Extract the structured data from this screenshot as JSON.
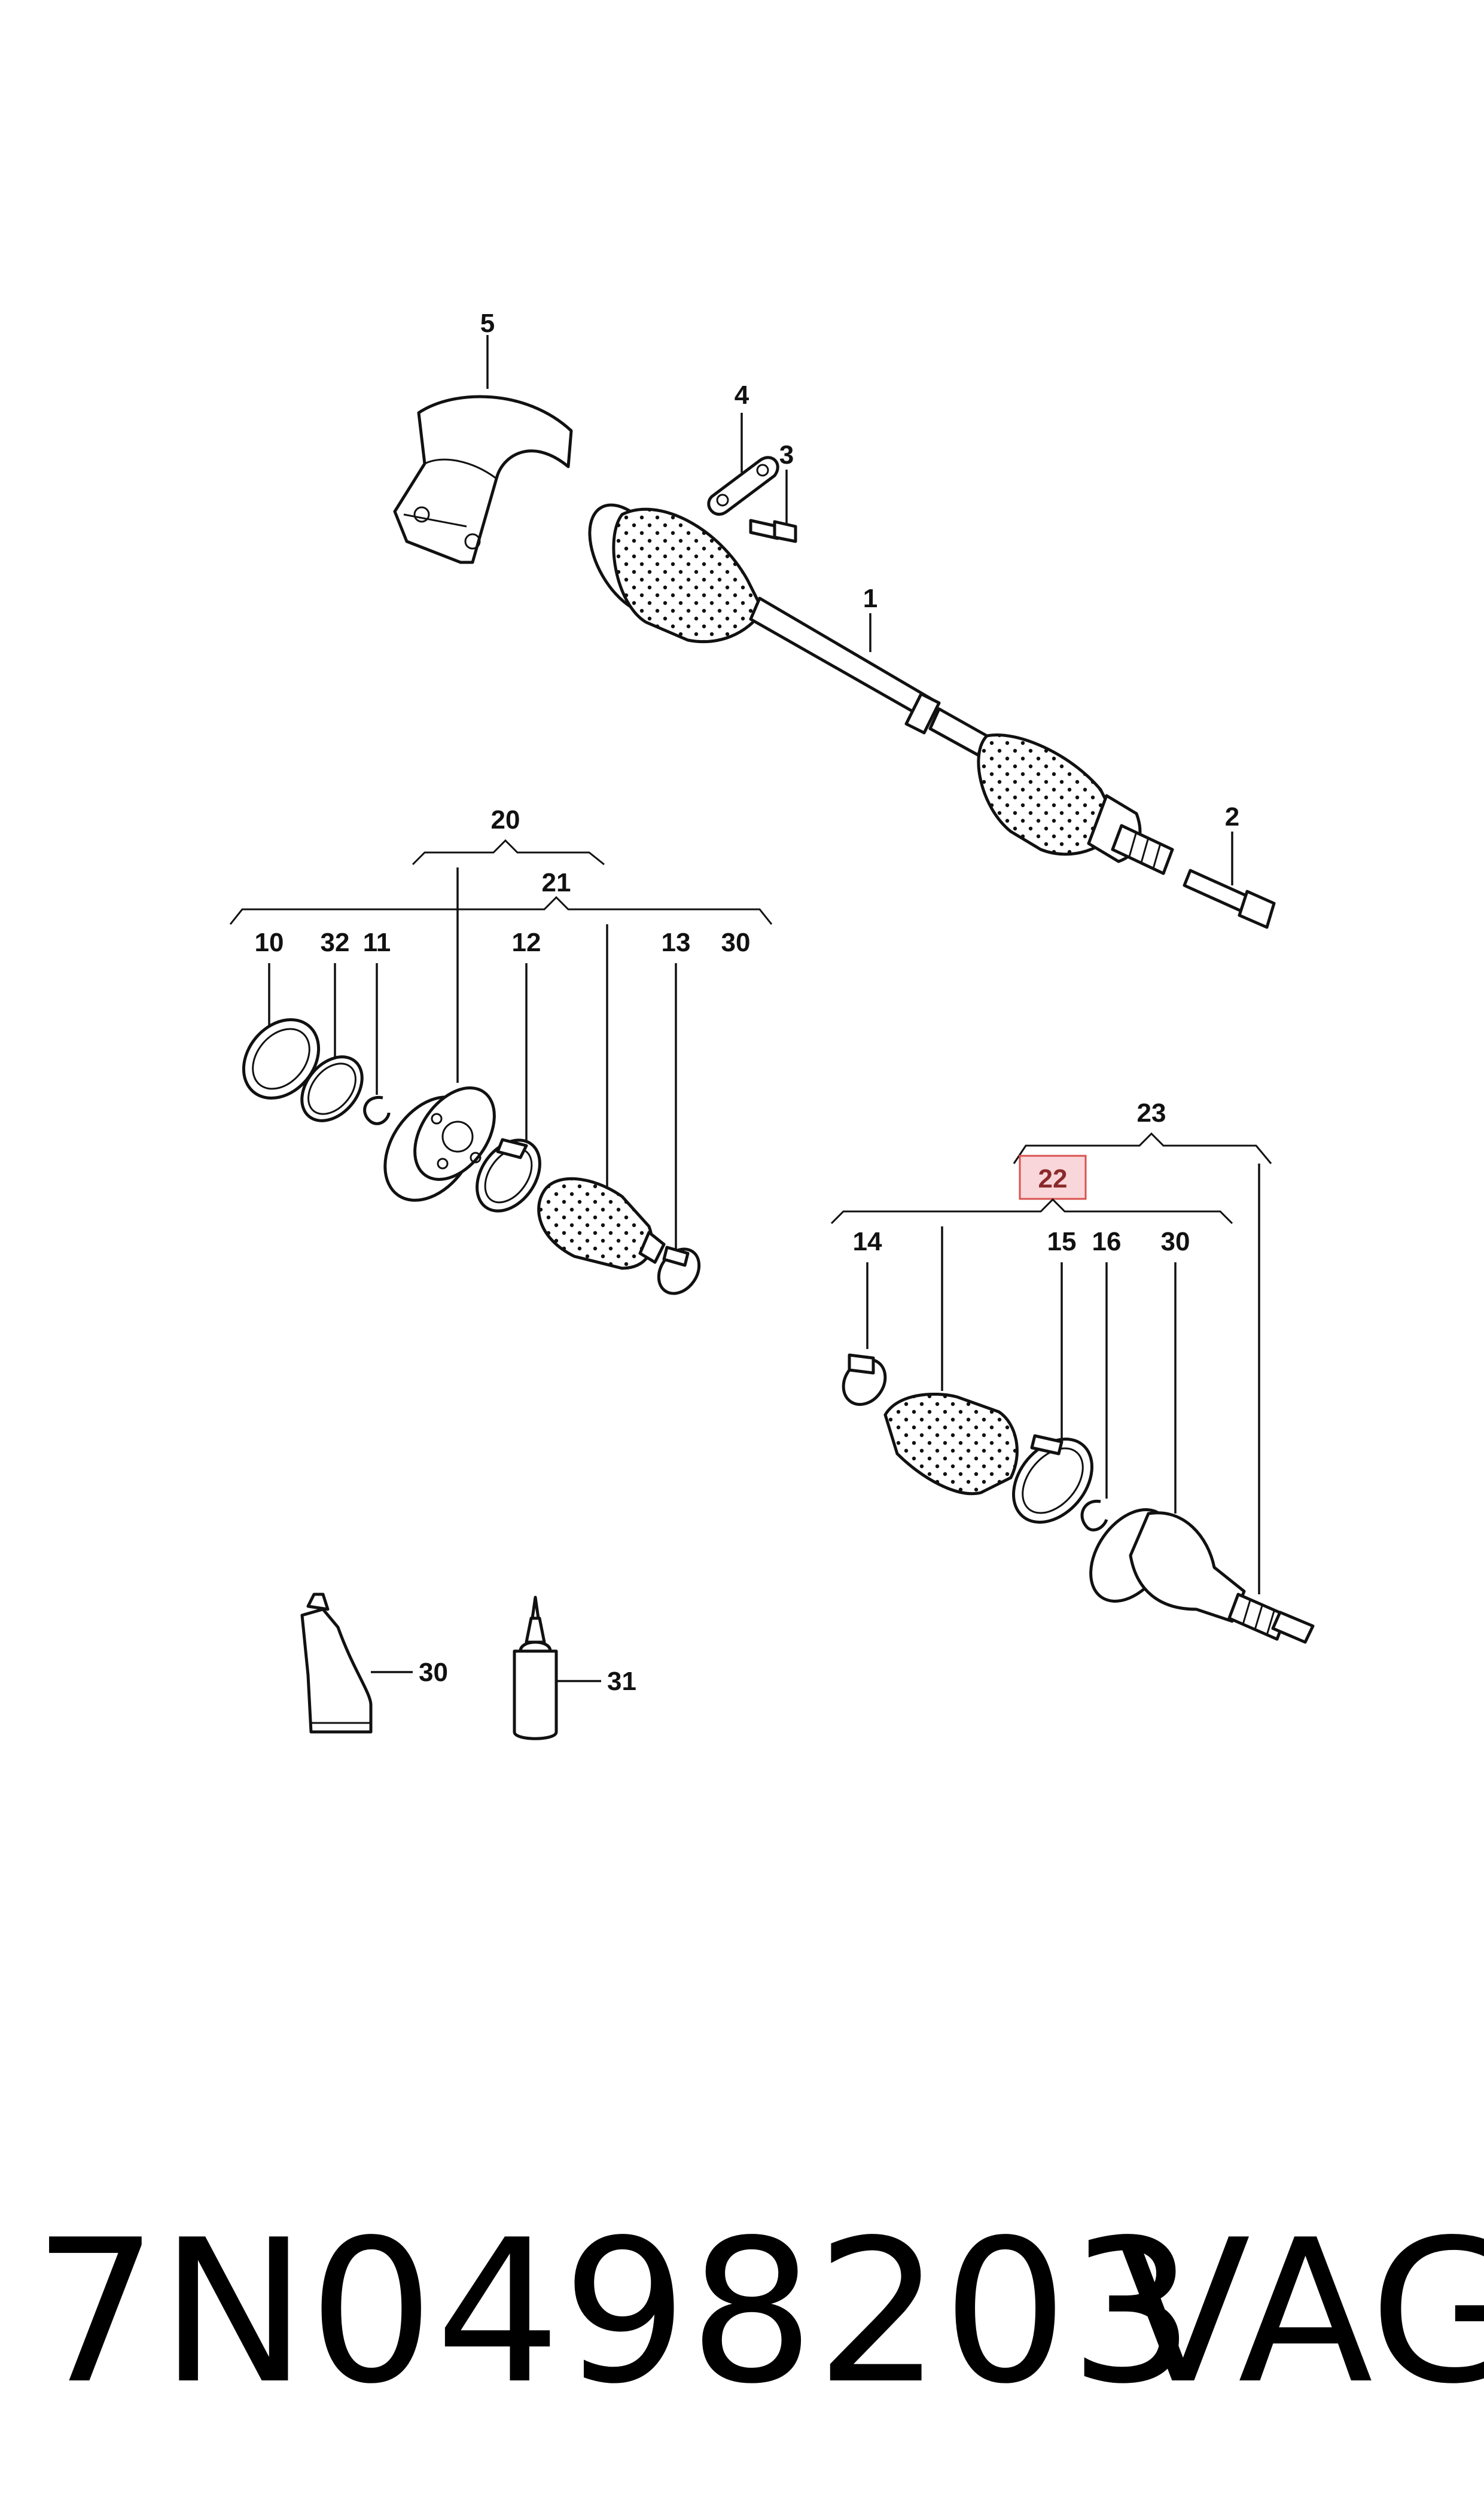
{
  "callouts": {
    "c1": "1",
    "c2": "2",
    "c3": "3",
    "c4": "4",
    "c5": "5",
    "c10": "10",
    "c11": "11",
    "c12": "12",
    "c13": "13",
    "c14": "14",
    "c15": "15",
    "c16": "16",
    "c20": "20",
    "c21": "21",
    "c22": "22",
    "c23": "23",
    "c30a": "30",
    "c30b": "30",
    "c30c": "30",
    "c31": "31",
    "c32": "32"
  },
  "footer": {
    "part_number": "7N0498203",
    "brand": "VAG"
  },
  "colors": {
    "highlight_fill": "#f9d6da",
    "highlight_stroke": "#d9534f",
    "line": "#111111"
  }
}
